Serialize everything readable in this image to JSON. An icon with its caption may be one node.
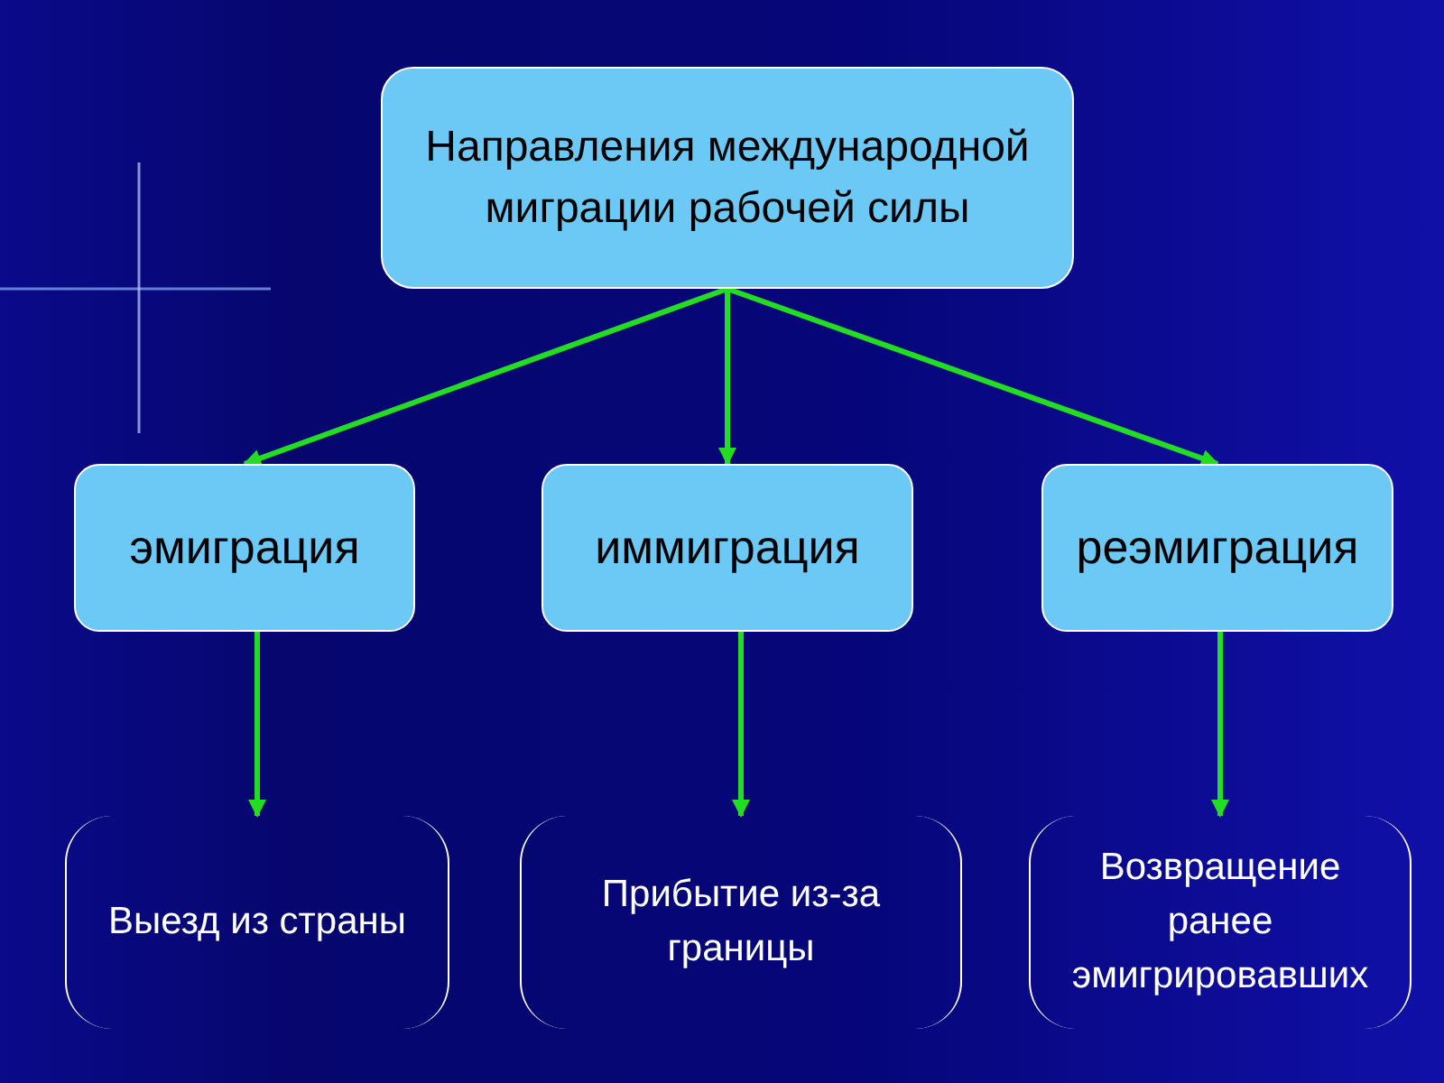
{
  "diagram": {
    "nodes": [
      {
        "text": [
          "Направления международной миграции рабочей силы"
        ]
      },
      {
        "text": [
          "эмиграция"
        ]
      },
      {
        "text": [
          "иммиграция"
        ]
      },
      {
        "text": [
          "реэмиграция"
        ]
      },
      {
        "text": [
          "Выезд из страны"
        ]
      },
      {
        "text": [
          "Прибытие из-за границы"
        ]
      },
      {
        "text": [
          "Возвращение ранее эмигрировавших"
        ]
      }
    ],
    "edges": [
      {
        "from": 0,
        "to": 1,
        "arrow": "to"
      },
      {
        "from": 0,
        "to": 2,
        "arrow": "to"
      },
      {
        "from": 0,
        "to": 3,
        "arrow": "to"
      },
      {
        "from": 1,
        "to": 4,
        "arrow": "to"
      },
      {
        "from": 2,
        "to": 5,
        "arrow": "to"
      },
      {
        "from": 3,
        "to": 6,
        "arrow": "to"
      }
    ]
  }
}
